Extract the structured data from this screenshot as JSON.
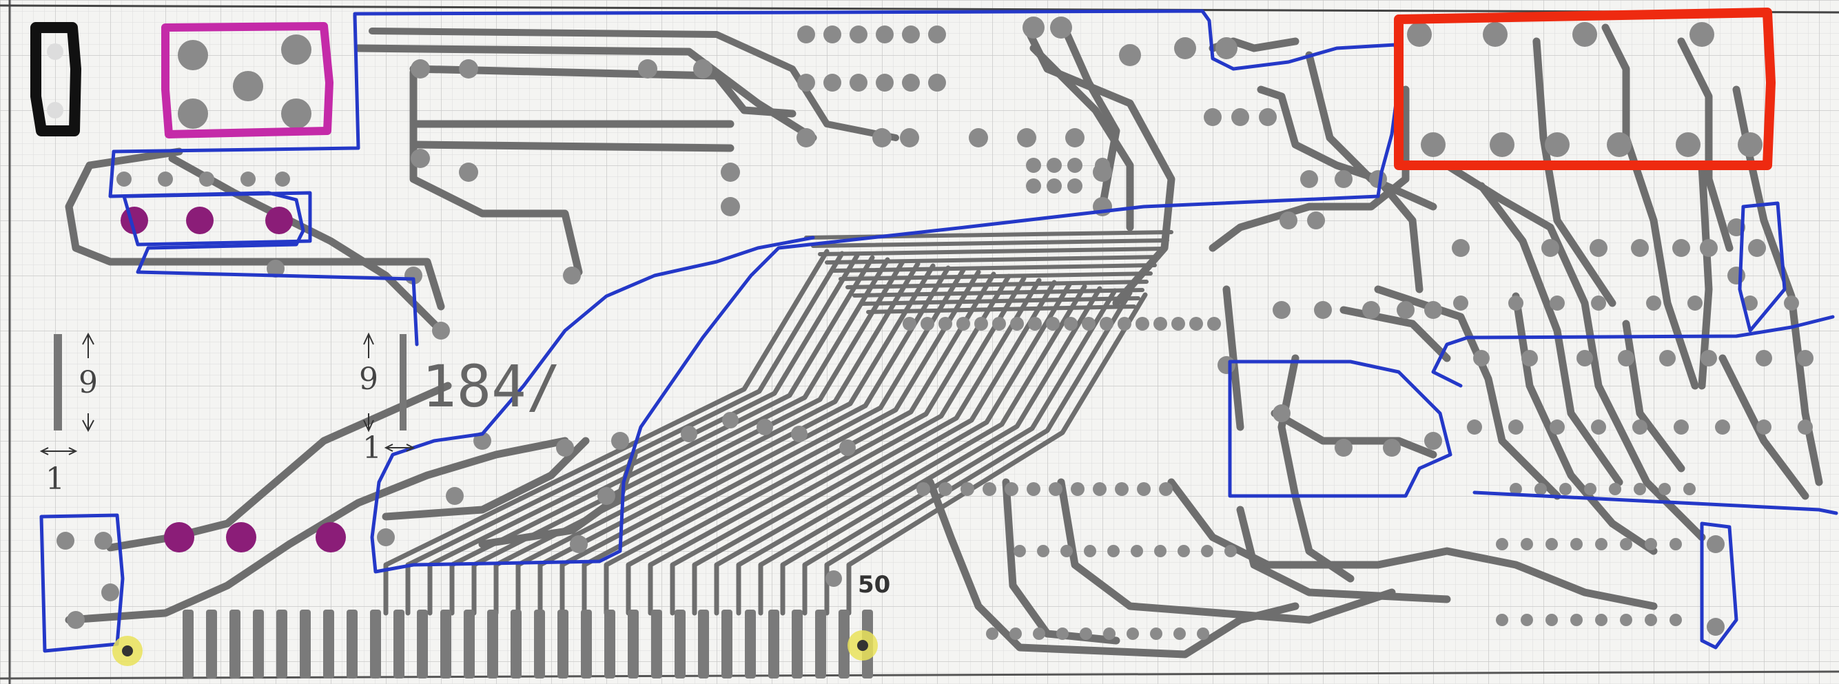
{
  "labels": {
    "board_number": "184/",
    "dim_left_vertical": "9",
    "dim_right_vertical": "9",
    "dim_left_horizontal": "1",
    "dim_right_horizontal": "1",
    "pin_label": "50"
  },
  "colors": {
    "copper": "#6e6e6e",
    "pad": "#8a8a8a",
    "highlight_blue": "#2438c8",
    "highlight_red": "#ee2a10",
    "highlight_magenta": "#c42aa8",
    "highlight_black": "#111111",
    "fiducial_yellow": "#e9e25a",
    "grid": "#d4d4d4"
  }
}
